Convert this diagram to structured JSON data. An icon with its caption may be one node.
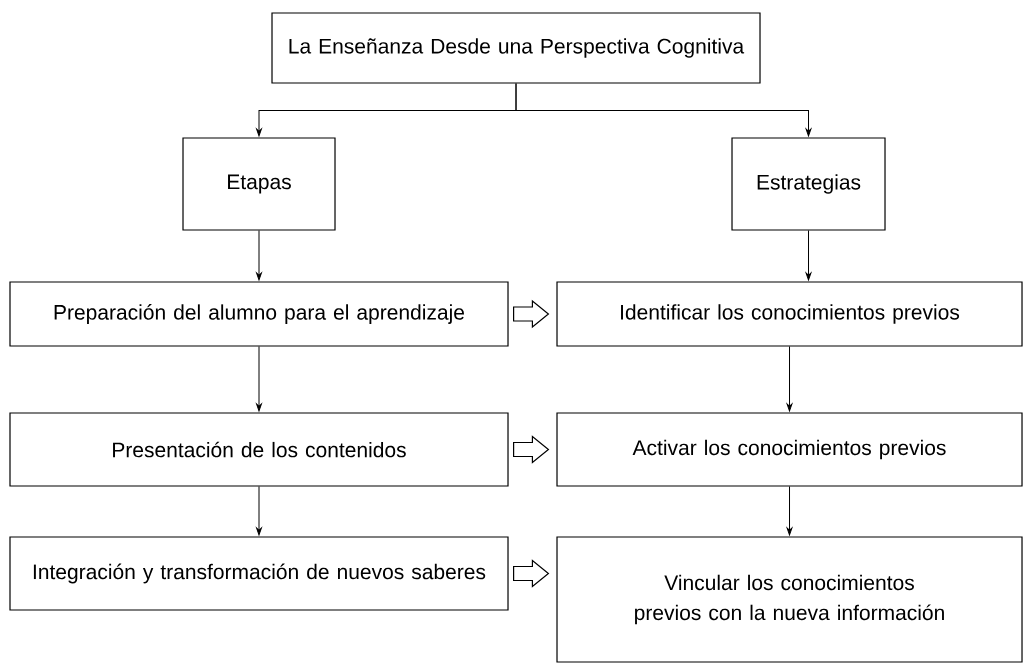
{
  "diagram": {
    "nodes": [
      {
        "text": [
          "La Enseñanza Desde una Perspectiva Cognitiva"
        ]
      },
      {
        "text": [
          "Etapas"
        ]
      },
      {
        "text": [
          "Estrategias"
        ]
      },
      {
        "text": [
          "Preparación del alumno para el aprendizaje"
        ]
      },
      {
        "text": [
          "Identificar los conocimientos previos"
        ]
      },
      {
        "text": [
          "Presentación de los contenidos"
        ]
      },
      {
        "text": [
          "Activar los conocimientos previos"
        ]
      },
      {
        "text": [
          "Integración y transformación de nuevos saberes"
        ]
      },
      {
        "text": [
          "Vincular los conocimientos previos con la nueva información"
        ]
      }
    ],
    "edges": [
      {
        "from": 0,
        "to": 1,
        "arrow": "to"
      },
      {
        "from": 0,
        "to": 2,
        "arrow": "to"
      },
      {
        "from": 1,
        "to": 3,
        "arrow": "to"
      },
      {
        "from": 2,
        "to": 4,
        "arrow": "to"
      },
      {
        "from": 3,
        "to": 5,
        "arrow": "to"
      },
      {
        "from": 5,
        "to": 7,
        "arrow": "to"
      },
      {
        "from": 4,
        "to": 6,
        "arrow": "to"
      },
      {
        "from": 6,
        "to": 8,
        "arrow": "to"
      },
      {
        "from": 3,
        "to": 4,
        "arrow": "to",
        "style": "thick"
      },
      {
        "from": 5,
        "to": 6,
        "arrow": "to",
        "style": "thick"
      },
      {
        "from": 7,
        "to": 8,
        "arrow": "to",
        "style": "thick"
      }
    ]
  }
}
